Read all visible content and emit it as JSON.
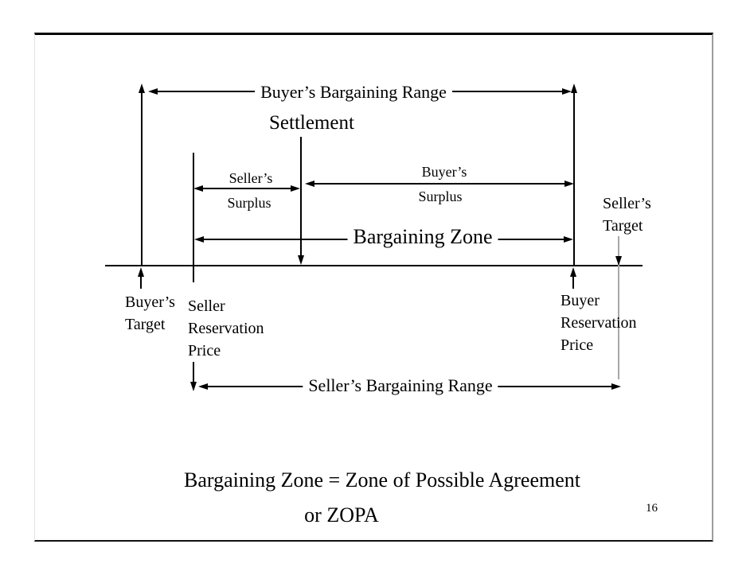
{
  "slide": {
    "page_number": "16",
    "diagram": {
      "top_range_label": "Buyer’s Bargaining Range",
      "settlement_label": "Settlement",
      "seller_surplus": [
        "Seller’s",
        "Surplus"
      ],
      "buyer_surplus": [
        "Buyer’s",
        "Surplus"
      ],
      "bargaining_zone_label": "Bargaining Zone",
      "seller_target": [
        "Seller’s",
        "Target"
      ],
      "buyer_target": [
        "Buyer’s",
        "Target"
      ],
      "seller_reservation_price": [
        "Seller",
        "Reservation",
        "Price"
      ],
      "buyer_reservation_price": [
        "Buyer",
        "Reservation",
        "Price"
      ],
      "bottom_range_label": "Seller’s Bargaining Range"
    },
    "caption": {
      "line1": "Bargaining Zone = Zone of Possible Agreement",
      "line2": "or ZOPA"
    },
    "colors": {
      "line": "#000000",
      "target_drop_line": "#a8a8a8",
      "frame_dark_border": "#000000",
      "frame_gray_border": "#9c9c9c"
    }
  }
}
